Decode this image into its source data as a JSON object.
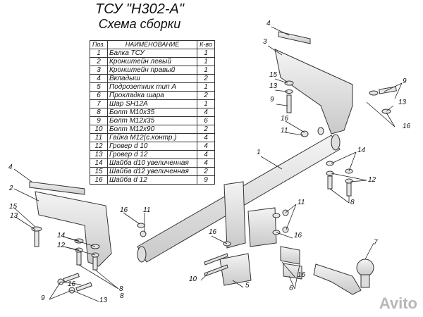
{
  "title": "ТСУ \"Н302-А\"",
  "subtitle": "Схема сборки",
  "table": {
    "headers": [
      "Поз.",
      "НАИМЕНОВАНИЕ",
      "К-во"
    ],
    "rows": [
      [
        "1",
        "Балка ТСУ",
        "1"
      ],
      [
        "2",
        "Кронштейн левый",
        "1"
      ],
      [
        "3",
        "Кронштейн правый",
        "1"
      ],
      [
        "4",
        "Вкладыш",
        "2"
      ],
      [
        "5",
        "Подрозетник тип А",
        "1"
      ],
      [
        "6",
        "Прокладка шара",
        "2"
      ],
      [
        "7",
        "Шар SH12A",
        "1"
      ],
      [
        "8",
        "Болт M10x35",
        "4"
      ],
      [
        "9",
        "Болт M12x35",
        "6"
      ],
      [
        "10",
        "Болт M12x90",
        "2"
      ],
      [
        "11",
        "Гайка M12(с.контр.)",
        "4"
      ],
      [
        "12",
        "Гровер d 10",
        "4"
      ],
      [
        "13",
        "Гровер d 12",
        "4"
      ],
      [
        "14",
        "Шайба d10 увеличенная",
        "4"
      ],
      [
        "15",
        "Шайба d12 увеличенная",
        "2"
      ],
      [
        "16",
        "Шайба d 12",
        "9"
      ]
    ]
  },
  "callouts": [
    {
      "n": "4"
    },
    {
      "n": "3"
    },
    {
      "n": "15"
    },
    {
      "n": "13"
    },
    {
      "n": "9"
    },
    {
      "n": "16"
    },
    {
      "n": "11"
    },
    {
      "n": "9"
    },
    {
      "n": "13"
    },
    {
      "n": "16"
    },
    {
      "n": "1"
    },
    {
      "n": "14"
    },
    {
      "n": "12"
    },
    {
      "n": "8"
    },
    {
      "n": "4"
    },
    {
      "n": "2"
    },
    {
      "n": "15"
    },
    {
      "n": "13"
    },
    {
      "n": "16"
    },
    {
      "n": "11"
    },
    {
      "n": "11"
    },
    {
      "n": "14"
    },
    {
      "n": "12"
    },
    {
      "n": "16"
    },
    {
      "n": "8"
    },
    {
      "n": "16"
    },
    {
      "n": "7"
    },
    {
      "n": "10"
    },
    {
      "n": "5"
    },
    {
      "n": "9"
    },
    {
      "n": "16"
    },
    {
      "n": "13"
    },
    {
      "n": "8"
    },
    {
      "n": "6"
    },
    {
      "n": "16"
    }
  ],
  "watermark": "Avito"
}
